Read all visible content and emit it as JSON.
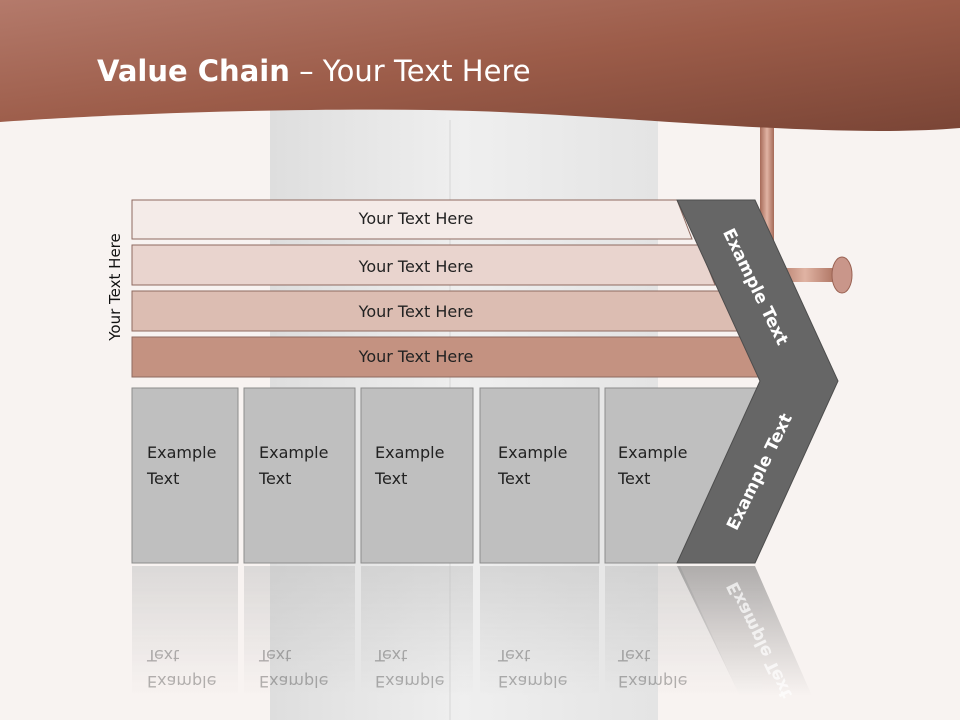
{
  "title": {
    "bold": "Value Chain",
    "rest": " – Your Text Here"
  },
  "side_label": "Your Text Here",
  "rows": [
    {
      "label": "Your Text Here",
      "fill": "#f4ebe8"
    },
    {
      "label": "Your Text Here",
      "fill": "#e9d4ce"
    },
    {
      "label": "Your Text Here",
      "fill": "#dcbdb2"
    },
    {
      "label": "Your Text Here",
      "fill": "#c49281"
    }
  ],
  "boxes": [
    {
      "line1": "Example",
      "line2": "Text"
    },
    {
      "line1": "Example",
      "line2": "Text"
    },
    {
      "line1": "Example",
      "line2": "Text"
    },
    {
      "line1": "Example",
      "line2": "Text"
    },
    {
      "line1": "Example",
      "line2": "Text"
    }
  ],
  "chevron": {
    "upper": "Example Text",
    "lower": "Example Text"
  },
  "colors": {
    "header_dark": "#7a4a3c",
    "header_light": "#b97661",
    "box_gray": "#bfbfbf",
    "chevron_gray": "#666666"
  }
}
